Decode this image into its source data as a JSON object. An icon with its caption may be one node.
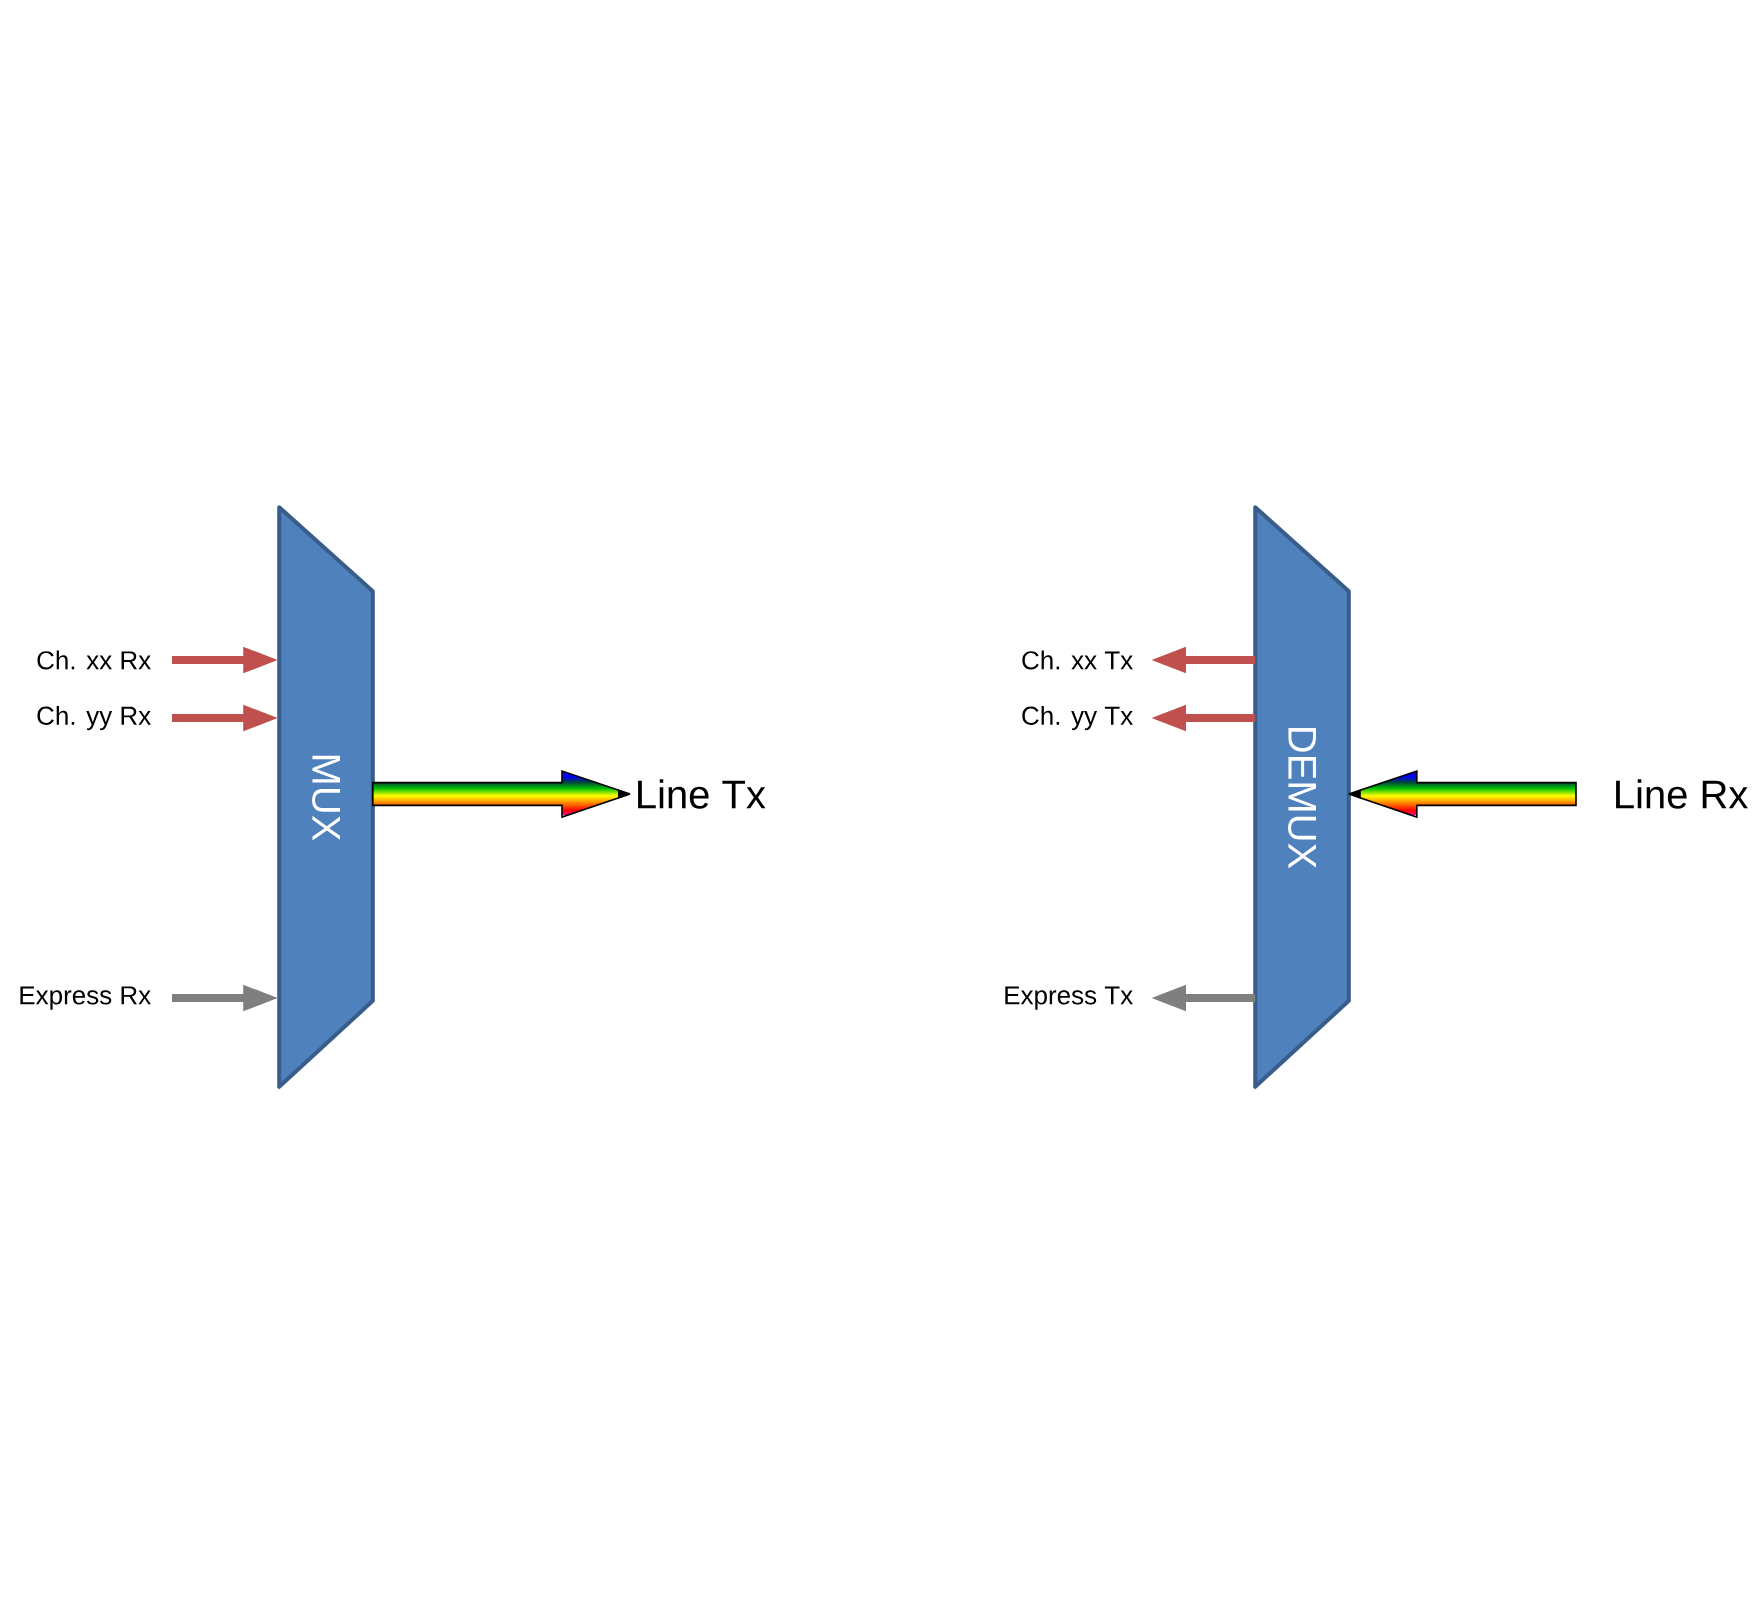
{
  "diagram": {
    "nodes": [
      {
        "text": [
          "MUX"
        ]
      },
      {
        "text": [
          "Ch. xx Rx"
        ]
      },
      {
        "text": [
          "Ch. yy Rx"
        ]
      },
      {
        "text": [
          "Express Rx"
        ]
      },
      {
        "text": [
          "Line Tx"
        ]
      },
      {
        "text": [
          "DEMUX"
        ]
      },
      {
        "text": [
          "Ch. xx Tx"
        ]
      },
      {
        "text": [
          "Ch. yy Tx"
        ]
      },
      {
        "text": [
          "Express Tx"
        ]
      },
      {
        "text": [
          "Line Rx"
        ]
      }
    ],
    "edges": [
      {
        "from": 1,
        "to": 0,
        "arrow": "to",
        "color": "#c0504d"
      },
      {
        "from": 2,
        "to": 0,
        "arrow": "to",
        "color": "#c0504d"
      },
      {
        "from": 3,
        "to": 0,
        "arrow": "to",
        "color": "#7f7f7f"
      },
      {
        "from": 0,
        "to": 4,
        "arrow": "to",
        "color": "#000000"
      },
      {
        "from": 5,
        "to": 6,
        "arrow": "to",
        "color": "#c0504d"
      },
      {
        "from": 5,
        "to": 7,
        "arrow": "to",
        "color": "#c0504d"
      },
      {
        "from": 5,
        "to": 8,
        "arrow": "to",
        "color": "#7f7f7f"
      },
      {
        "from": 9,
        "to": 5,
        "arrow": "to",
        "color": "#000000"
      }
    ]
  }
}
